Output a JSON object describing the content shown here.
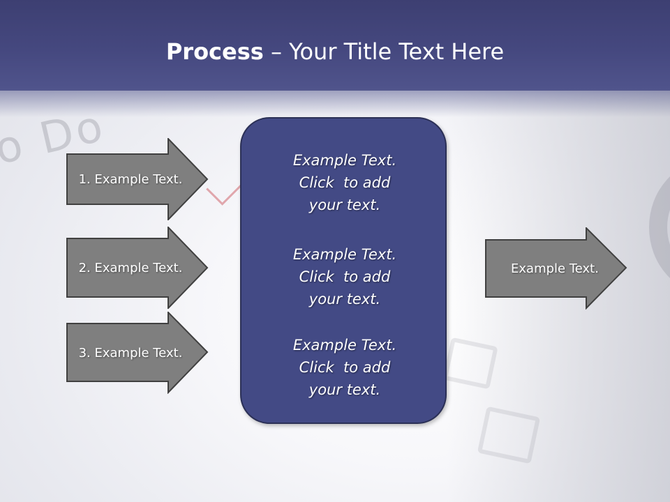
{
  "title": {
    "bold": "Process",
    "rest": " – Your Title Text Here"
  },
  "left_arrows": [
    {
      "label": "1. Example Text."
    },
    {
      "label": "2. Example Text."
    },
    {
      "label": "3. Example Text."
    }
  ],
  "center_blocks": [
    {
      "line1": "Example Text.",
      "line2": "Click  to add",
      "line3": "your text."
    },
    {
      "line1": "Example Text.",
      "line2": "Click  to add",
      "line3": "your text."
    },
    {
      "line1": "Example Text.",
      "line2": "Click  to add",
      "line3": "your text."
    }
  ],
  "right_arrow": {
    "label": "Example Text."
  },
  "colors": {
    "header": "#45487f",
    "center_box": "#434a85",
    "arrow_fill": "#7f7f7f",
    "arrow_border": "#404040",
    "text": "#ffffff"
  }
}
